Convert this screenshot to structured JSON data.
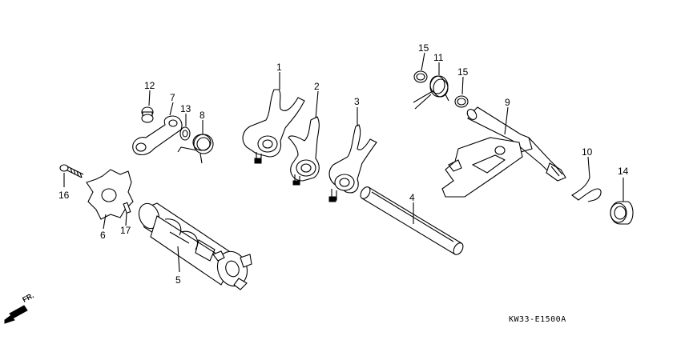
{
  "diagram": {
    "callouts": [
      {
        "id": "p1",
        "label": "1"
      },
      {
        "id": "p2",
        "label": "2"
      },
      {
        "id": "p3",
        "label": "3"
      },
      {
        "id": "p4",
        "label": "4"
      },
      {
        "id": "p5",
        "label": "5"
      },
      {
        "id": "p6",
        "label": "6"
      },
      {
        "id": "p7",
        "label": "7"
      },
      {
        "id": "p8",
        "label": "8"
      },
      {
        "id": "p9",
        "label": "9"
      },
      {
        "id": "p10",
        "label": "10"
      },
      {
        "id": "p11",
        "label": "11"
      },
      {
        "id": "p12",
        "label": "12"
      },
      {
        "id": "p13",
        "label": "13"
      },
      {
        "id": "p14",
        "label": "14"
      },
      {
        "id": "p15a",
        "label": "15"
      },
      {
        "id": "p15b",
        "label": "15"
      },
      {
        "id": "p16",
        "label": "16"
      },
      {
        "id": "p17",
        "label": "17"
      }
    ],
    "front_arrow_label": "FR.",
    "drawing_code": "KW33-E1500A"
  }
}
